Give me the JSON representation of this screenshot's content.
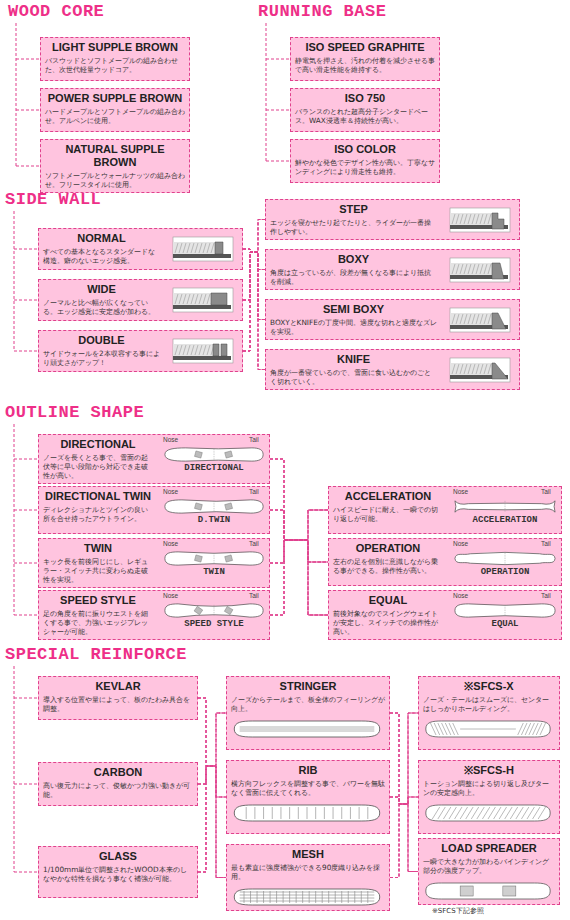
{
  "diagram": {
    "nodes": [
      {
        "text": [
          "LIGHT SUPPLE BROWN",
          "バスウッドとソフトメープルの組み合わせた、次世代軽量ウッドコア。"
        ]
      },
      {
        "text": [
          "POWER SUPPLE BROWN",
          "ハードメープルとソフトメープルの組み合わせ。アルペンに使用。"
        ]
      },
      {
        "text": [
          "NATURAL SUPPLE BROWN",
          "ソフトメープルとウォールナッツの組み合わせ。フリースタイルに使用。"
        ]
      },
      {
        "text": [
          "ISO SPEED GRAPHITE",
          "静電気を押さえ、汚れの付着を減少させる事で高い滑走性能を維持する。"
        ]
      },
      {
        "text": [
          "ISO 750",
          "バランスのとれた超高分子シンタードベース。WAX浸透率＆持続性が高い。"
        ]
      },
      {
        "text": [
          "ISO COLOR",
          "鮮やかな発色でデザイン性が高い。丁寧なサンディングにより滑走性も維持。"
        ]
      },
      {
        "text": [
          "NORMAL",
          "すべての基本となるスタンダードな構造。癖のないエッジ感覚。"
        ]
      },
      {
        "text": [
          "WIDE",
          "ノーマルと比べ幅が広くなっている。エッジ感覚に安定感が加わる。"
        ]
      },
      {
        "text": [
          "DOUBLE",
          "サイドウォールを2本収容する事により頑丈さがアップ！"
        ]
      },
      {
        "text": [
          "STEP",
          "エッジを寝かせたり起てたりと、ライダーが一番操作しやすい。"
        ]
      },
      {
        "text": [
          "BOXY",
          "角度は立っているが、段差が無くなる事により抵抗を削減。"
        ]
      },
      {
        "text": [
          "SEMI BOXY",
          "BOXYとKNIFEの丁度中間。適度な切れと適度なズレを実現。"
        ]
      },
      {
        "text": [
          "KNIFE",
          "角度が一番寝ているので、雪面に食い込むかのごとく切れていく。"
        ]
      },
      {
        "text": [
          "DIRECTIONAL",
          "ノーズを長くとる事で、雪面の起伏等に早い段階から対応でき走破性が高い。"
        ]
      },
      {
        "text": [
          "DIRECTIONAL TWIN",
          "ディレクショナルとツインの良い所を合せ持ったアウトライン。"
        ]
      },
      {
        "text": [
          "TWIN",
          "キック長を前後同じにし、レギュラー・スイッチ共に変わらぬ走破性を実現。"
        ]
      },
      {
        "text": [
          "SPEED STYLE",
          "足の角度を前に振りウエストを細くする事で、力強いエッジプレッシャーが可能。"
        ]
      },
      {
        "text": [
          "ACCELERATION",
          "ハイスピードに耐え、一瞬での切り返しが可能。"
        ]
      },
      {
        "text": [
          "OPERATION",
          "左右の足を個別に意識しながら乗る事ができる。操作性が高い。"
        ]
      },
      {
        "text": [
          "EQUAL",
          "前後対象なのでスイングウェイトが安定し、スイッチでの操作性が高い。"
        ]
      },
      {
        "text": [
          "KEVLAR",
          "導入する位置や量によって、板のたわみ具合を調整。"
        ]
      },
      {
        "text": [
          "CARBON",
          "高い復元力によって、俊敏かつ力強い動きが可能。"
        ]
      },
      {
        "text": [
          "GLASS",
          "1/100mm単位で調整されたWOOD本来のしなやかな特性を損なう事なく補強が可能。"
        ]
      },
      {
        "text": [
          "STRINGER",
          "ノーズからテールまで、板全体のフィーリングが向上。"
        ]
      },
      {
        "text": [
          "RIB",
          "横方向フレックスを調整する事で、パワーを無駄なく雪面に伝えてくれる。"
        ]
      },
      {
        "text": [
          "MESH",
          "最も素直に強度補強ができる90度織り込みを採用。"
        ]
      },
      {
        "text": [
          "※SFCS-X",
          "ノーズ・テールはスムーズに、センターはしっかりホールディング。"
        ]
      },
      {
        "text": [
          "※SFCS-H",
          "トーション調整による切り返し及びターンの安定感向上。"
        ]
      },
      {
        "text": [
          "LOAD SPREADER",
          "一瞬で大きな力が加わるバインディング部分の強度アップ。"
        ]
      }
    ],
    "edges": [
      {
        "from": 6,
        "to": 9,
        "arrow": "none"
      },
      {
        "from": 6,
        "to": 10,
        "arrow": "none"
      },
      {
        "from": 6,
        "to": 11,
        "arrow": "none"
      },
      {
        "from": 6,
        "to": 12,
        "arrow": "none"
      },
      {
        "from": 7,
        "to": 9,
        "arrow": "none"
      },
      {
        "from": 7,
        "to": 10,
        "arrow": "none"
      },
      {
        "from": 7,
        "to": 11,
        "arrow": "none"
      },
      {
        "from": 7,
        "to": 12,
        "arrow": "none"
      },
      {
        "from": 8,
        "to": 9,
        "arrow": "none"
      },
      {
        "from": 8,
        "to": 10,
        "arrow": "none"
      },
      {
        "from": 8,
        "to": 11,
        "arrow": "none"
      },
      {
        "from": 8,
        "to": 12,
        "arrow": "none"
      },
      {
        "from": 13,
        "to": 17,
        "arrow": "none"
      },
      {
        "from": 13,
        "to": 18,
        "arrow": "none"
      },
      {
        "from": 13,
        "to": 19,
        "arrow": "none"
      },
      {
        "from": 14,
        "to": 17,
        "arrow": "none"
      },
      {
        "from": 14,
        "to": 18,
        "arrow": "none"
      },
      {
        "from": 14,
        "to": 19,
        "arrow": "none"
      },
      {
        "from": 15,
        "to": 17,
        "arrow": "none"
      },
      {
        "from": 15,
        "to": 18,
        "arrow": "none"
      },
      {
        "from": 15,
        "to": 19,
        "arrow": "none"
      },
      {
        "from": 16,
        "to": 17,
        "arrow": "none"
      },
      {
        "from": 16,
        "to": 18,
        "arrow": "none"
      },
      {
        "from": 16,
        "to": 19,
        "arrow": "none"
      },
      {
        "from": 20,
        "to": 23,
        "arrow": "none"
      },
      {
        "from": 20,
        "to": 24,
        "arrow": "none"
      },
      {
        "from": 20,
        "to": 25,
        "arrow": "none"
      },
      {
        "from": 21,
        "to": 23,
        "arrow": "none"
      },
      {
        "from": 21,
        "to": 24,
        "arrow": "none"
      },
      {
        "from": 21,
        "to": 25,
        "arrow": "none"
      },
      {
        "from": 22,
        "to": 23,
        "arrow": "none"
      },
      {
        "from": 22,
        "to": 24,
        "arrow": "none"
      },
      {
        "from": 22,
        "to": 25,
        "arrow": "none"
      },
      {
        "from": 23,
        "to": 26,
        "arrow": "none"
      },
      {
        "from": 23,
        "to": 27,
        "arrow": "none"
      },
      {
        "from": 23,
        "to": 28,
        "arrow": "none"
      },
      {
        "from": 24,
        "to": 26,
        "arrow": "none"
      },
      {
        "from": 24,
        "to": 27,
        "arrow": "none"
      },
      {
        "from": 24,
        "to": 28,
        "arrow": "none"
      },
      {
        "from": 25,
        "to": 26,
        "arrow": "none"
      },
      {
        "from": 25,
        "to": 27,
        "arrow": "none"
      },
      {
        "from": 25,
        "to": 28,
        "arrow": "none"
      }
    ],
    "labels": [
      "WOOD CORE",
      "RUNNING BASE",
      "SIDE WALL",
      "OUTLINE SHAPE",
      "SPECIAL REINFORCE",
      "Nose",
      "Tail",
      "DIRECTIONAL",
      "Nose",
      "Tail",
      "D.TWIN",
      "Nose",
      "Tail",
      "TWIN",
      "Nose",
      "Tail",
      "SPEED STYLE",
      "Nose",
      "Tail",
      "ACCELERATION",
      "Nose",
      "Tail",
      "OPERATION",
      "Nose",
      "Tail",
      "EQUAL",
      "※SFCS下記参照"
    ]
  }
}
